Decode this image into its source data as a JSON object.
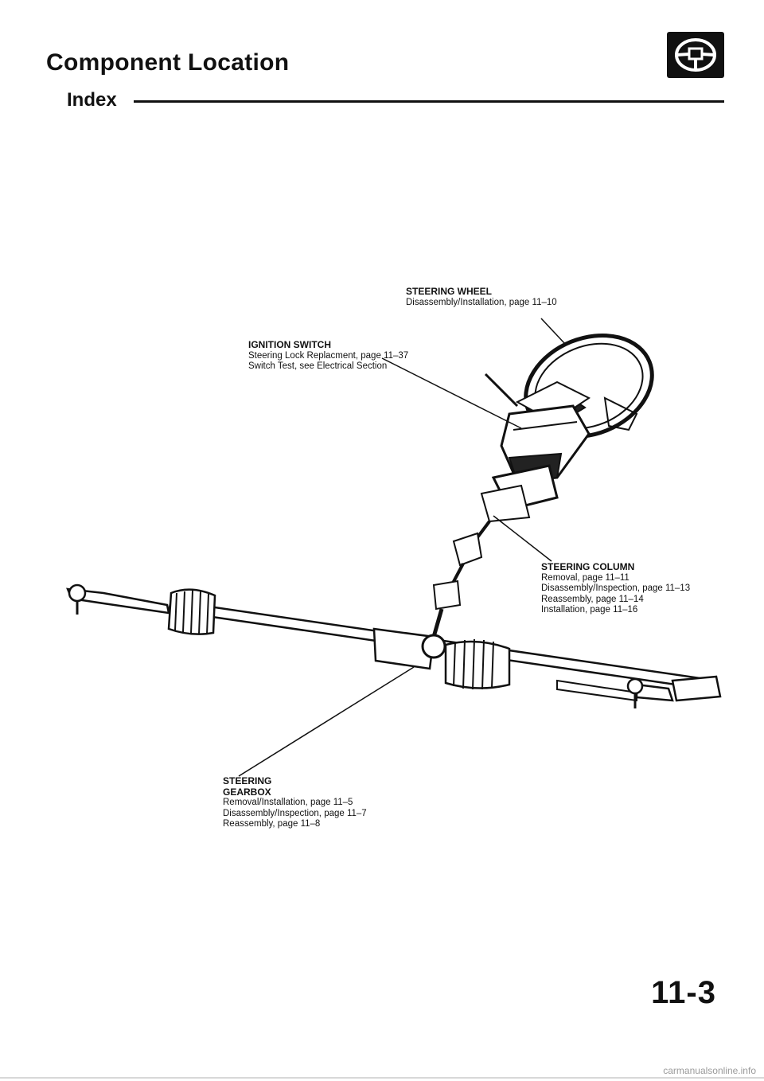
{
  "header": {
    "title": "Component Location",
    "subtitle": "Index",
    "section_icon": "steering-wheel-icon"
  },
  "labels": {
    "steering_wheel": {
      "title": "STEERING WHEEL",
      "lines": [
        "Disassembly/Installation, page 11–10"
      ]
    },
    "ignition_switch": {
      "title": "IGNITION SWITCH",
      "lines": [
        "Steering Lock Replacment, page 11–37",
        "Switch Test, see Electrical Section"
      ]
    },
    "steering_column": {
      "title": "STEERING COLUMN",
      "lines": [
        "Removal, page 11–11",
        "Disassembly/Inspection, page 11–13",
        "Reassembly, page 11–14",
        "Installation, page 11–16"
      ]
    },
    "steering_gearbox": {
      "title_line1": "STEERING",
      "title_line2": "GEARBOX",
      "lines": [
        "Removal/Installation, page 11–5",
        "Disassembly/Inspection, page 11–7",
        "Reassembly, page 11–8"
      ]
    }
  },
  "footer": {
    "page_number": "11-3",
    "site": "carmanualsonline.info"
  }
}
